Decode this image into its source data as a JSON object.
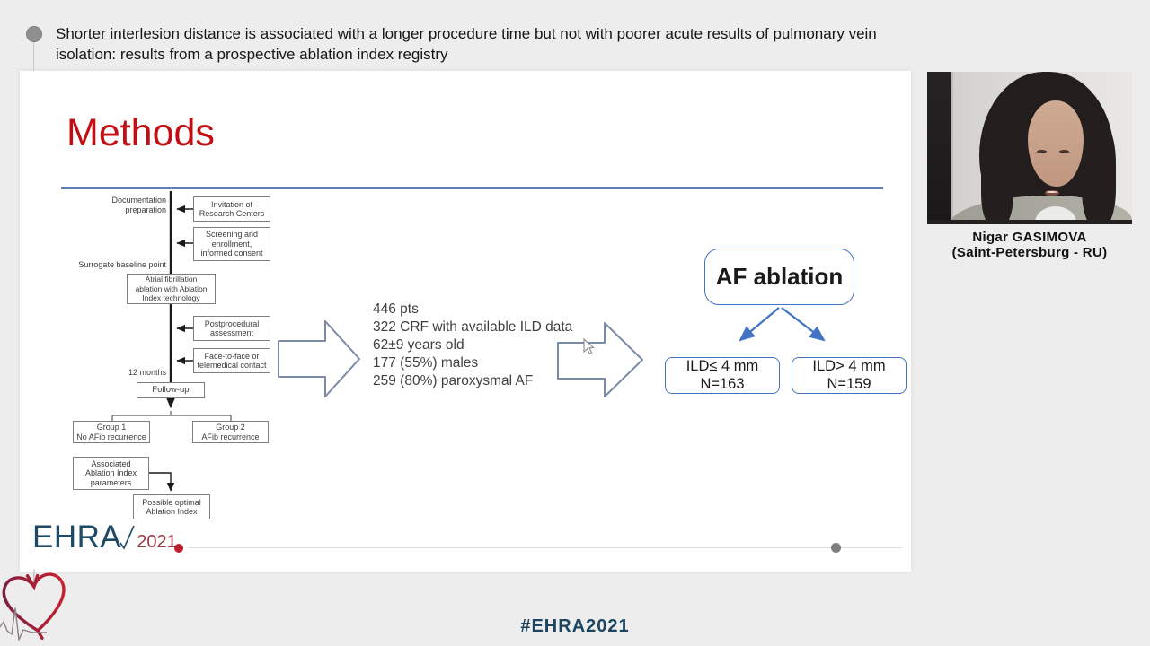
{
  "header": {
    "title": "Shorter interlesion distance is associated with a longer procedure time but not with poorer acute results of pulmonary vein\nisolation: results from a prospective ablation index registry"
  },
  "slide": {
    "title": "Methods",
    "title_color": "#C20E12",
    "flowchart": {
      "doc_prep": "Documentation\npreparation",
      "invitation": "Invitation of\nResearch Centers",
      "screening": "Screening and\nenrollment,\ninformed consent",
      "surrogate": "Surrogate baseline point",
      "ablation_node": "Atrial fibrillation\nablation with Ablation\nIndex technology",
      "postproc": "Postprocedural\nassessment",
      "contact": "Face-to-face or\ntelemedical contact",
      "twelve_months": "12 months",
      "followup": "Follow-up",
      "group1": "Group 1\nNo AFib recurrence",
      "group2": "Group 2\nAFib recurrence",
      "associated": "Associated\nAblation Index\nparameters",
      "possible": "Possible optimal\nAblation Index"
    },
    "cohort": {
      "lines": [
        "446 pts",
        "322 CRF with available ILD data",
        "62±9 years old",
        "177 (55%) males",
        "259 (80%) paroxysmal AF"
      ]
    },
    "split": {
      "root": "AF ablation",
      "left": "ILD≤ 4 mm\nN=163",
      "right": "ILD> 4 mm\nN=159"
    },
    "logo": {
      "brand": "EHRA",
      "year": "2021"
    }
  },
  "speaker": {
    "name": "Nigar GASIMOVA",
    "location": "(Saint-Petersburg - RU)"
  },
  "footer": {
    "hashtag": "#EHRA2021"
  },
  "colors": {
    "accent_blue": "#4472C4",
    "rule_blue": "#5E7FB8",
    "logo_navy": "#1E4A67",
    "logo_red": "#BE1E2D",
    "hashtag_navy": "#1D4560"
  }
}
